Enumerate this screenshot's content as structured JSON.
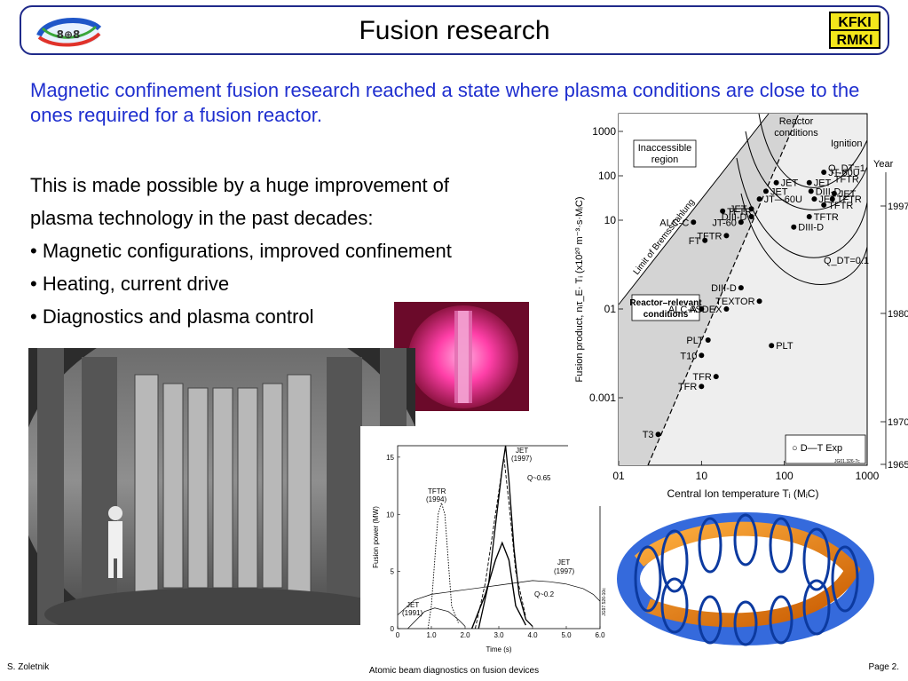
{
  "header": {
    "title": "Fusion research",
    "left_logo_text": "8⊕8",
    "right_logo_top": "KFKI",
    "right_logo_bottom": "RMKI"
  },
  "intro": "Magnetic confinement fusion research reached a state where plasma conditions are close to the ones required for a fusion reactor.",
  "body": {
    "lead_1": "This is made possible by a huge improvement of",
    "lead_2": "plasma technology in the past decades:",
    "bullets": [
      "• Magnetic configurations, improved confinement",
      "• Heating, current drive",
      "• Diagnostics and plasma control"
    ]
  },
  "power_chart": {
    "ylabel": "Fusion power (MW)",
    "xlabel": "Time (s)",
    "code": "JG97.526-10c",
    "x_ticks": [
      "0",
      "1.0",
      "2.0",
      "3.0",
      "4.0",
      "5.0",
      "6.0"
    ],
    "y_ticks": [
      "0",
      "5",
      "10",
      "15"
    ],
    "labels": {
      "jet1997_top_1": "JET",
      "jet1997_top_2": "(1997)",
      "q065": "Q~0.65",
      "tftr1": "TFTR",
      "tftr2": "(1994)",
      "jet1997_right_1": "JET",
      "jet1997_right_2": "(1997)",
      "q02": "Q~0.2",
      "jet1991_1": "JET",
      "jet1991_2": "(1991)"
    }
  },
  "lawson_chart": {
    "ylabel": "Fusion product, nᵢτ_E· Tᵢ (x10²⁰ m⁻³·s·MᵢC)",
    "xlabel": "Central Ion temperature Tᵢ (MᵢC)",
    "x_ticks": [
      "01",
      "10",
      "100",
      "1000"
    ],
    "y_ticks": [
      "1000",
      "100",
      "10",
      "01",
      "0.001"
    ],
    "year_label": "Year",
    "years": [
      "1997",
      "1980",
      "1970",
      "1965"
    ],
    "regions": {
      "inaccessible_1": "Inaccessible",
      "inaccessible_2": "region",
      "reactor_1": "Reactor",
      "reactor_2": "conditions",
      "ignition": "Ignition",
      "qdt1": "Q_DT=1",
      "qdt01": "Q_DT=0.1",
      "brems": "Limit of Bremsstrahlung",
      "rr_1": "Reactor–relevant",
      "rr_2": "conditions"
    },
    "legend": "○ D—T Exp",
    "code": "JG01.326-7c",
    "points": [
      {
        "label": "JT-60U",
        "T": 300,
        "P": 120
      },
      {
        "label": "JET",
        "T": 200,
        "P": 70,
        "label2": "TFTR"
      },
      {
        "label": "JET",
        "T": 80,
        "P": 70
      },
      {
        "label": "DIII-D",
        "T": 210,
        "P": 45
      },
      {
        "label": "JET",
        "T": 60,
        "P": 45
      },
      {
        "label": "JT—60U",
        "T": 50,
        "P": 30
      },
      {
        "label": "JET",
        "T": 230,
        "P": 30
      },
      {
        "label": "TFTR",
        "T": 380,
        "P": 30
      },
      {
        "label": "JET",
        "T": 400,
        "P": 40
      },
      {
        "label": "TFTR",
        "T": 18,
        "P": 16
      },
      {
        "label": "JET",
        "T": 40,
        "P": 18
      },
      {
        "label": "DIII-D",
        "T": 40,
        "P": 12
      },
      {
        "label": "TFTR",
        "T": 300,
        "P": 22
      },
      {
        "label": "TFTR",
        "T": 200,
        "P": 12
      },
      {
        "label": "ALC-C",
        "T": 8,
        "P": 9
      },
      {
        "label": "JT-60",
        "T": 30,
        "P": 9
      },
      {
        "label": "DIII-D",
        "T": 130,
        "P": 7
      },
      {
        "label": "FT",
        "T": 11,
        "P": 3.5
      },
      {
        "label": "TFTR",
        "T": 20,
        "P": 4.5
      },
      {
        "label": "DIII-D",
        "T": 30,
        "P": 0.3
      },
      {
        "label": "ALC-A",
        "T": 10,
        "P": 0.1
      },
      {
        "label": "ASDEX",
        "T": 20,
        "P": 0.1
      },
      {
        "label": "TEXTOR",
        "T": 50,
        "P": 0.15
      },
      {
        "label": "PLT",
        "T": 12,
        "P": 0.02
      },
      {
        "label": "PLT",
        "T": 70,
        "P": 0.015
      },
      {
        "label": "T10",
        "T": 10,
        "P": 0.009
      },
      {
        "label": "TFR",
        "T": 15,
        "P": 0.003
      },
      {
        "label": "TFR",
        "T": 10,
        "P": 0.0018
      },
      {
        "label": "T3",
        "T": 3,
        "P": 0.00015
      }
    ]
  },
  "footer": {
    "author": "S. Zoletnik",
    "center": "Atomic beam diagnostics on fusion devices",
    "page": "Page  2."
  }
}
